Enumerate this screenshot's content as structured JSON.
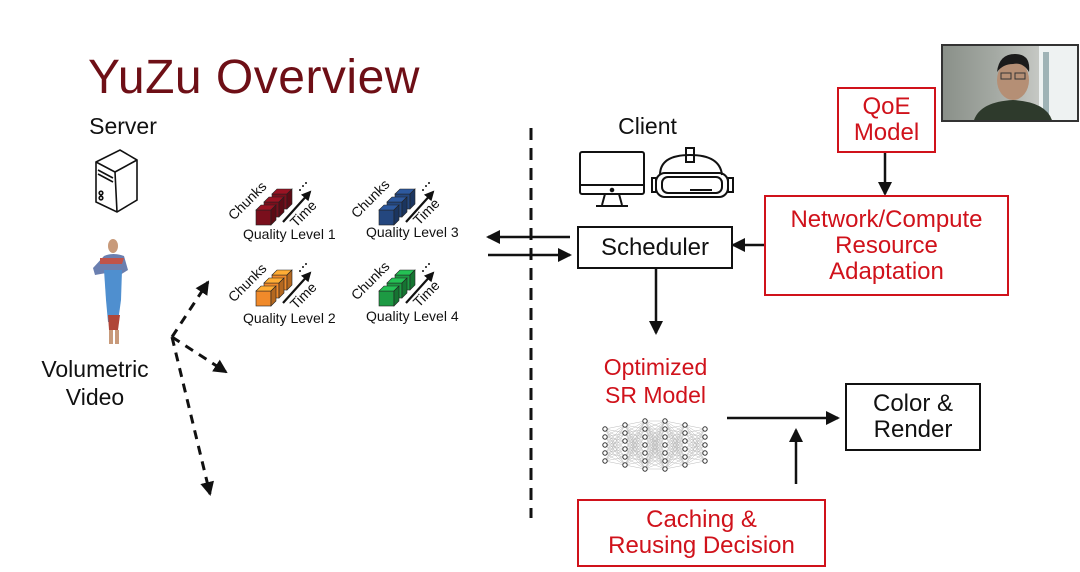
{
  "slide": {
    "title": "YuZu Overview",
    "server_label": "Server",
    "video_label_line1": "Volumetric",
    "video_label_line2": "Video",
    "client_label": "Client",
    "quality_levels": [
      {
        "label": "Quality Level 1",
        "chunks_label": "Chunks",
        "time_label": "Time",
        "color": "#7a0f1c"
      },
      {
        "label": "Quality Level 2",
        "chunks_label": "Chunks",
        "time_label": "Time",
        "color": "#f08a2a"
      },
      {
        "label": "Quality Level 3",
        "chunks_label": "Chunks",
        "time_label": "Time",
        "color": "#24477f"
      },
      {
        "label": "Quality Level 4",
        "chunks_label": "Chunks",
        "time_label": "Time",
        "color": "#1d9a43"
      }
    ],
    "scheduler_label": "Scheduler",
    "qoe_line1": "QoE",
    "qoe_line2": "Model",
    "adapt_line1": "Network/Compute",
    "adapt_line2": "Resource",
    "adapt_line3": "Adaptation",
    "sr_line1": "Optimized",
    "sr_line2": "SR Model",
    "render_line1": "Color &",
    "render_line2": "Render",
    "cache_line1": "Caching &",
    "cache_line2": "Reusing Decision",
    "colors": {
      "title": "#6e0f16",
      "accent_red": "#d0121b",
      "line": "#111111"
    }
  },
  "webcam": {
    "description": "presenter video feed"
  }
}
